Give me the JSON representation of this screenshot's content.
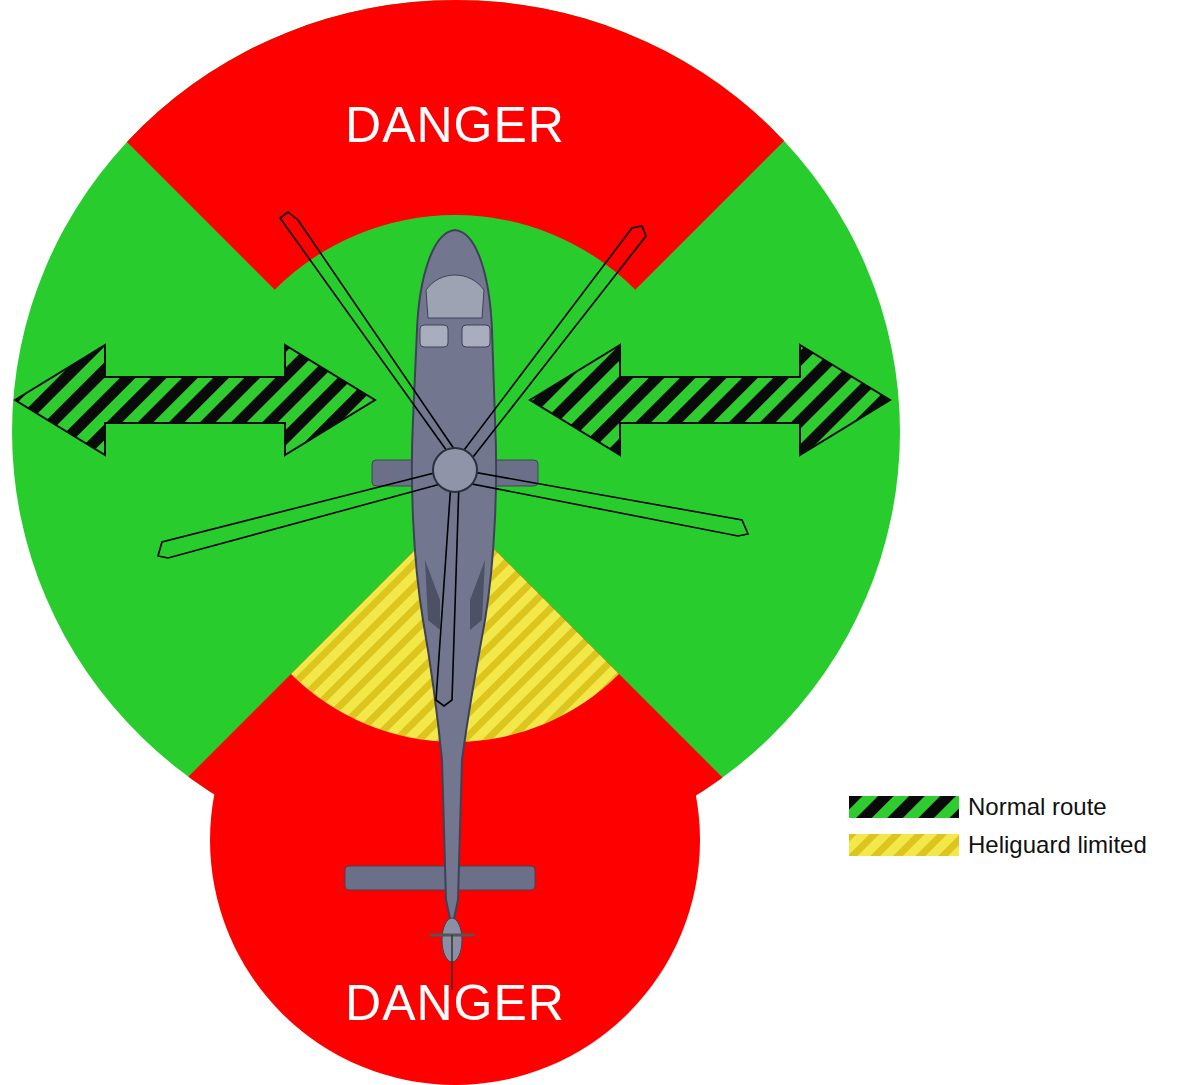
{
  "diagram": {
    "labels": [
      "DANGER",
      "DANGER"
    ],
    "legend": [
      {
        "text": "Normal route"
      },
      {
        "text": "Heliguard limited"
      }
    ]
  }
}
